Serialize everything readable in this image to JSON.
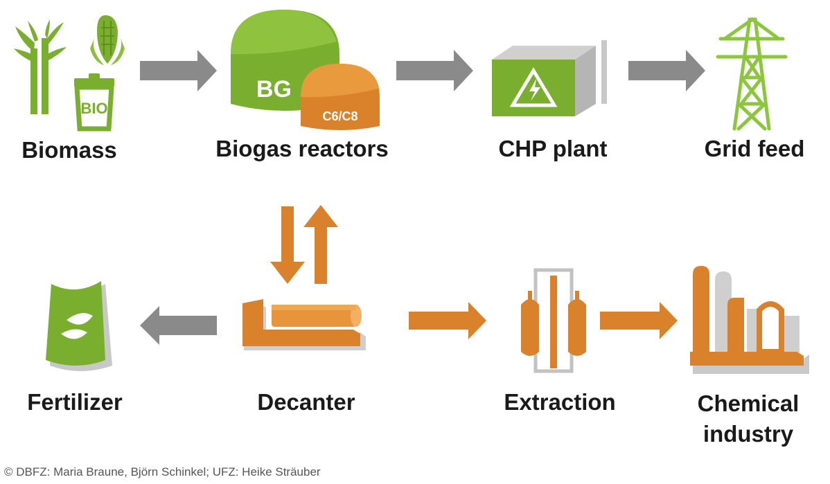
{
  "nodes": {
    "biomass": {
      "label": "Biomass",
      "bin_text": "BIO"
    },
    "biogas_reactors": {
      "label": "Biogas reactors",
      "big_dome_text": "BG",
      "small_dome_text": "C6/C8"
    },
    "chp_plant": {
      "label": "CHP plant"
    },
    "grid_feed": {
      "label": "Grid feed"
    },
    "fertilizer": {
      "label": "Fertilizer"
    },
    "decanter": {
      "label": "Decanter"
    },
    "extraction": {
      "label": "Extraction"
    },
    "chemical_industry": {
      "label_line1": "Chemical",
      "label_line2": "industry"
    }
  },
  "credit": "© DBFZ: Maria Braune, Björn Schinkel; UFZ: Heike Sträuber",
  "colors": {
    "green": "#7aae2e",
    "green_dark": "#5e8f1e",
    "orange": "#d9822b",
    "orange_dark": "#b8661a",
    "gray_arrow": "#8a8a8a",
    "text": "#1a1a1a"
  }
}
